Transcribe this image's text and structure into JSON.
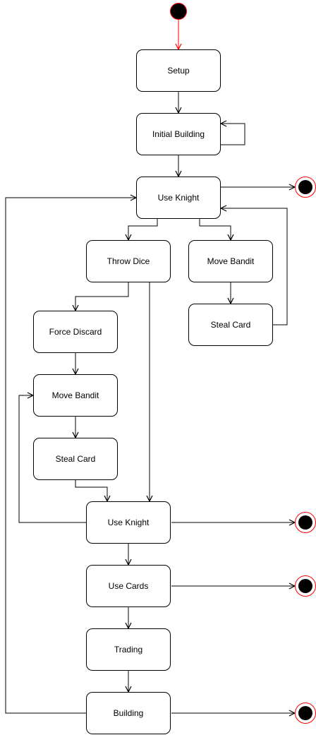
{
  "colors": {
    "line": "#000000",
    "initial_edge": "#ff0000",
    "node_border": "#ff0000",
    "node_fill": "#000000"
  },
  "states": {
    "setup": "Setup",
    "initial_building": "Initial Building",
    "use_knight_top": "Use Knight",
    "throw_dice": "Throw Dice",
    "move_bandit_right": "Move Bandit",
    "steal_card_right": "Steal Card",
    "force_discard": "Force Discard",
    "move_bandit_left": "Move Bandit",
    "steal_card_left": "Steal Card",
    "use_knight_mid": "Use Knight",
    "use_cards": "Use Cards",
    "trading": "Trading",
    "building": "Building"
  }
}
